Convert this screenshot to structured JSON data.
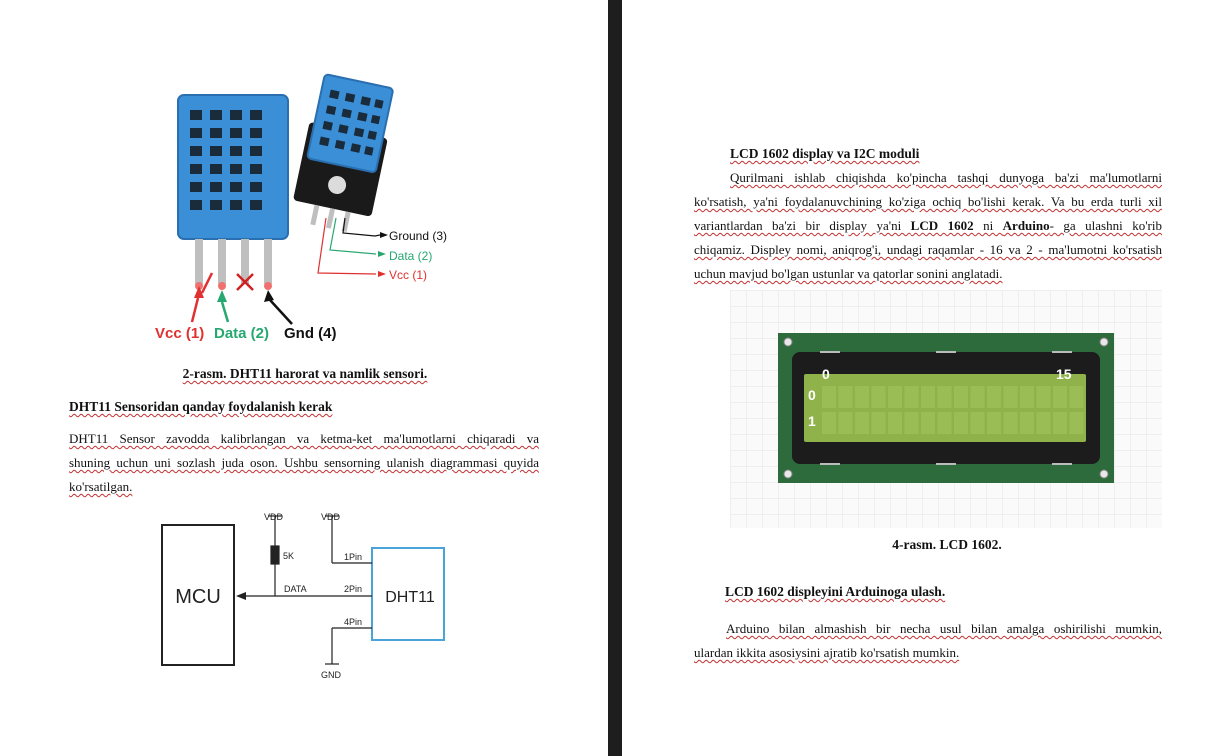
{
  "left_page": {
    "sensor_figure": {
      "pin_labels": {
        "ground": "Ground (3)",
        "data": "Data (2)",
        "vcc": "Vcc (1)"
      },
      "bottom_labels": {
        "vcc": "Vcc (1)",
        "data": "Data (2)",
        "gnd": "Gnd (4)"
      },
      "colors": {
        "sensor_blue": "#3a8fd6",
        "vcc": "#e03030",
        "data": "#27a870",
        "gnd": "#111111"
      }
    },
    "figure2_caption": "2-rasm. DHT11 harorat va namlik sensori.",
    "section_heading": "DHT11 Sensoridan qanday foydalanish kerak",
    "paragraph_lines": [
      "DHT11 Sensor zavodda kalibrlangan va ketma-ket ma'lumotlarni chiqaradi va",
      "shuning uchun uni sozlash juda oson. Ushbu sensorning ulanish diagrammasi quyida",
      "ko'rsatilgan."
    ],
    "circuit": {
      "mcu_label": "MCU",
      "dht_label": "DHT11",
      "vdd1": "VDD",
      "vdd2": "VDD",
      "resistor": "5K",
      "data_label": "DATA",
      "pin1": "1Pin",
      "pin2": "2Pin",
      "pin4": "4Pin",
      "gnd": "GND",
      "dht_border_color": "#4aa3d9"
    }
  },
  "right_page": {
    "heading": "LCD 1602 display va I2C moduli",
    "paragraph": {
      "line1": "Qurilmani ishlab chiqishda ko'pincha tashqi dunyoga ba'zi ma'lumotlarni",
      "line2": "ko'rsatish, ya'ni foydalanuvchining ko'ziga ochiq bo'lishi kerak. Va bu erda turli xil",
      "line3_a": "variantlardan ba'zi bir display ya'ni ",
      "line3_bold1": "LCD 1602",
      "line3_mid": " ni ",
      "line3_bold2": "Arduino",
      "line3_b": "- ga ulashni ko'rib",
      "line4": "chiqamiz. Displey nomi, aniqrog'i, undagi raqamlar - 16 va 2 - ma'lumotni ko'rsatish",
      "line5": "uchun mavjud bo'lgan ustunlar va qatorlar sonini anglatadi."
    },
    "lcd": {
      "col_start": "0",
      "col_end": "15",
      "row0": "0",
      "row1": "1",
      "colors": {
        "board": "#2e6b3c",
        "screen": "#8fb34a",
        "bezel": "#1c1c1c"
      }
    },
    "figure4_caption": "4-rasm. LCD 1602.",
    "section2_heading": "LCD 1602 displeyini Arduinoga ulash.",
    "paragraph2_lines": [
      "Arduino bilan almashish bir necha usul bilan amalga oshirilishi mumkin,",
      "ulardan ikkita asosiysini ajratib ko'rsatish mumkin."
    ]
  }
}
